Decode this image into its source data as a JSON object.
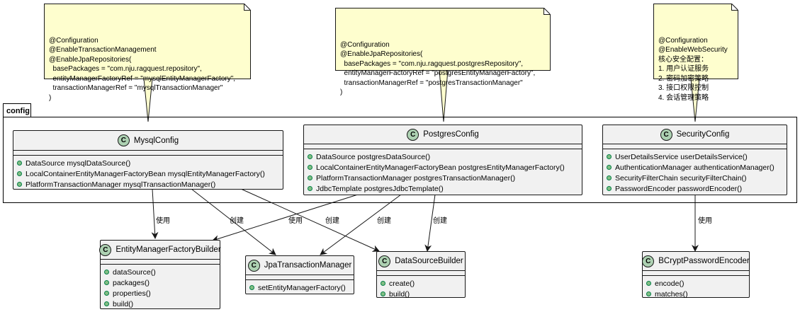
{
  "notes": {
    "mysql": [
      "@Configuration",
      "@EnableTransactionManagement",
      "@EnableJpaRepositories(",
      "  basePackages = \"com.nju.ragquest.repository\",",
      "  entityManagerFactoryRef = \"mysqlEntityManagerFactory\",",
      "  transactionManagerRef = \"mysqlTransactionManager\"",
      ")"
    ],
    "postgres": [
      "@Configuration",
      "@EnableJpaRepositories(",
      "  basePackages = \"com.nju.ragquest.postgresRepository\",",
      "  entityManagerFactoryRef = \"postgresEntityManagerFactory\",",
      "  transactionManagerRef = \"postgresTransactionManager\"",
      ")"
    ],
    "security": [
      "@Configuration",
      "@EnableWebSecurity",
      "核心安全配置：",
      "1. 用户认证服务",
      "2. 密码加密策略",
      "3. 接口权限控制",
      "4. 会话管理策略"
    ]
  },
  "package": {
    "name": "config"
  },
  "classes": {
    "mysql_config": {
      "badge": "C",
      "name": "MysqlConfig",
      "members": [
        "DataSource mysqlDataSource()",
        "LocalContainerEntityManagerFactoryBean mysqlEntityManagerFactory()",
        "PlatformTransactionManager mysqlTransactionManager()"
      ]
    },
    "postgres_config": {
      "badge": "C",
      "name": "PostgresConfig",
      "members": [
        "DataSource postgresDataSource()",
        "LocalContainerEntityManagerFactoryBean postgresEntityManagerFactory()",
        "PlatformTransactionManager postgresTransactionManager()",
        "JdbcTemplate postgresJdbcTemplate()"
      ]
    },
    "security_config": {
      "badge": "C",
      "name": "SecurityConfig",
      "members": [
        "UserDetailsService userDetailsService()",
        "AuthenticationManager authenticationManager()",
        "SecurityFilterChain securityFilterChain()",
        "PasswordEncoder passwordEncoder()"
      ]
    },
    "emf_builder": {
      "badge": "C",
      "name": "EntityManagerFactoryBuilder",
      "members": [
        "dataSource()",
        "packages()",
        "properties()",
        "build()"
      ]
    },
    "jpa_tx": {
      "badge": "C",
      "name": "JpaTransactionManager",
      "members": [
        "setEntityManagerFactory()"
      ]
    },
    "ds_builder": {
      "badge": "C",
      "name": "DataSourceBuilder",
      "members": [
        "create()",
        "build()"
      ]
    },
    "bcrypt": {
      "badge": "C",
      "name": "BCryptPasswordEncoder",
      "members": [
        "encode()",
        "matches()"
      ]
    }
  },
  "edges": {
    "mysql_emf": "使用",
    "mysql_jpa": "创建",
    "mysql_ds": "创建",
    "pg_emf": "使用",
    "pg_jpa": "创建",
    "pg_ds": "创建",
    "sec_bcrypt": "使用"
  },
  "colors": {
    "note_fill": "#FEFECE",
    "class_fill": "#F1F1F1",
    "badge_fill": "#ADD1B2",
    "member_dot": "#84BE84",
    "line": "#181818"
  }
}
